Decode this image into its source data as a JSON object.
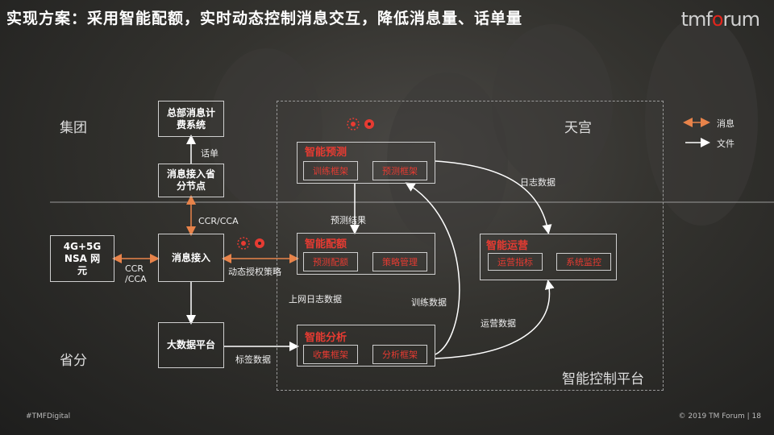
{
  "title": "实现方案：采用智能配额，实时动态控制消息交互，降低消息量、话单量",
  "logo": {
    "text_a": "tmf",
    "text_o": "o",
    "text_b": "rum"
  },
  "levels": {
    "group": "集团",
    "province": "省分"
  },
  "platforms": {
    "tiangong": "天宫",
    "control": "智能控制平台"
  },
  "legend": {
    "message": "消息",
    "file": "文件"
  },
  "nodes": {
    "billing_center": "总部消息计费系统",
    "access_node": "消息接入省分节点",
    "network": "4G+5G NSA 网元",
    "message_access": "消息接入",
    "bigdata": "大数据平台"
  },
  "modules": {
    "prediction": {
      "title": "智能预测",
      "items": [
        "训练框架",
        "预测框架"
      ]
    },
    "quota": {
      "title": "智能配额",
      "items": [
        "预测配额",
        "策略管理"
      ]
    },
    "ops": {
      "title": "智能运营",
      "items": [
        "运营指标",
        "系统监控"
      ]
    },
    "analysis": {
      "title": "智能分析",
      "items": [
        "收集框架",
        "分析框架"
      ]
    }
  },
  "edges": {
    "cdr": "话单",
    "ccr_cca_top": "CCR/CCA",
    "ccr_cca_left": "CCR /CCA",
    "dynamic_policy": "动态授权策略",
    "prediction_result": "预测结果",
    "log_data": "日志数据",
    "online_log": "上网日志数据",
    "training_data": "训练数据",
    "ops_data": "运营数据",
    "tag_data": "标签数据"
  },
  "footer": {
    "hashtag": "#TMFDigital",
    "copyright": "© 2019 TM Forum | 18"
  },
  "colors": {
    "accent_red": "#e63b32",
    "arrow_orange": "#e8834a",
    "line_white": "#ffffff"
  }
}
